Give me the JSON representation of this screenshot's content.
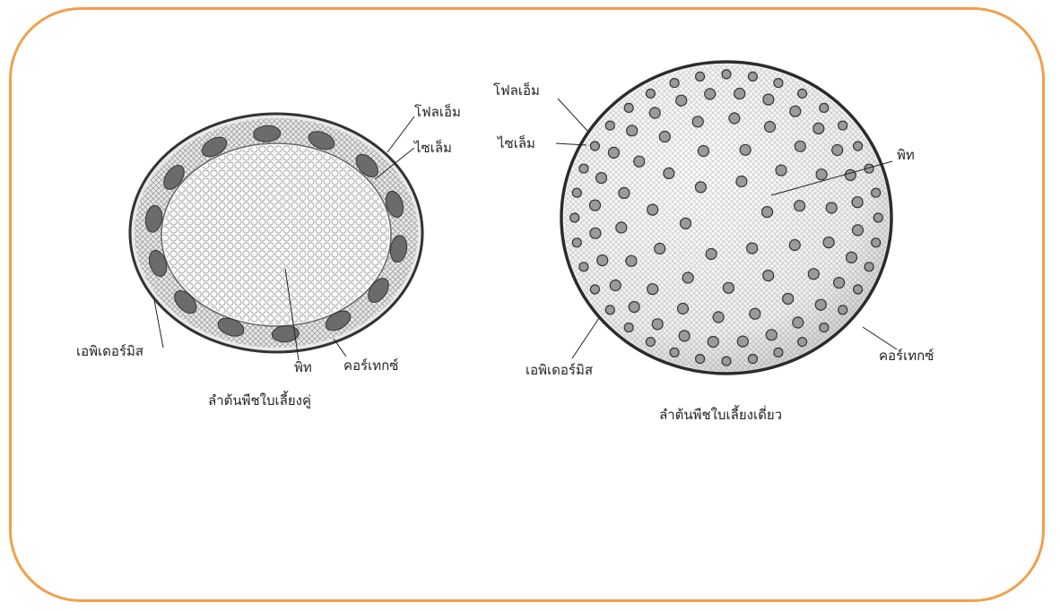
{
  "colors": {
    "frame": "#f0a04b",
    "ink": "#222222",
    "tissue": "#555555"
  },
  "dicot": {
    "caption": "ลำต้นพืชใบเลี้ยงคู่",
    "labels": {
      "phloem": "โฟลเอ็ม",
      "xylem": "ไซเล็ม",
      "epidermis": "เอพิเดอร์มิส",
      "pith": "พิท",
      "cortex": "คอร์เทกซ์"
    }
  },
  "monocot": {
    "caption": "ลำต้นพืชใบเลี้ยงเดี่ยว",
    "labels": {
      "phloem": "โฟลเอ็ม",
      "xylem": "ไซเล็ม",
      "pith": "พิท",
      "epidermis": "เอพิเดอร์มิส",
      "cortex": "คอร์เทกซ์"
    }
  }
}
